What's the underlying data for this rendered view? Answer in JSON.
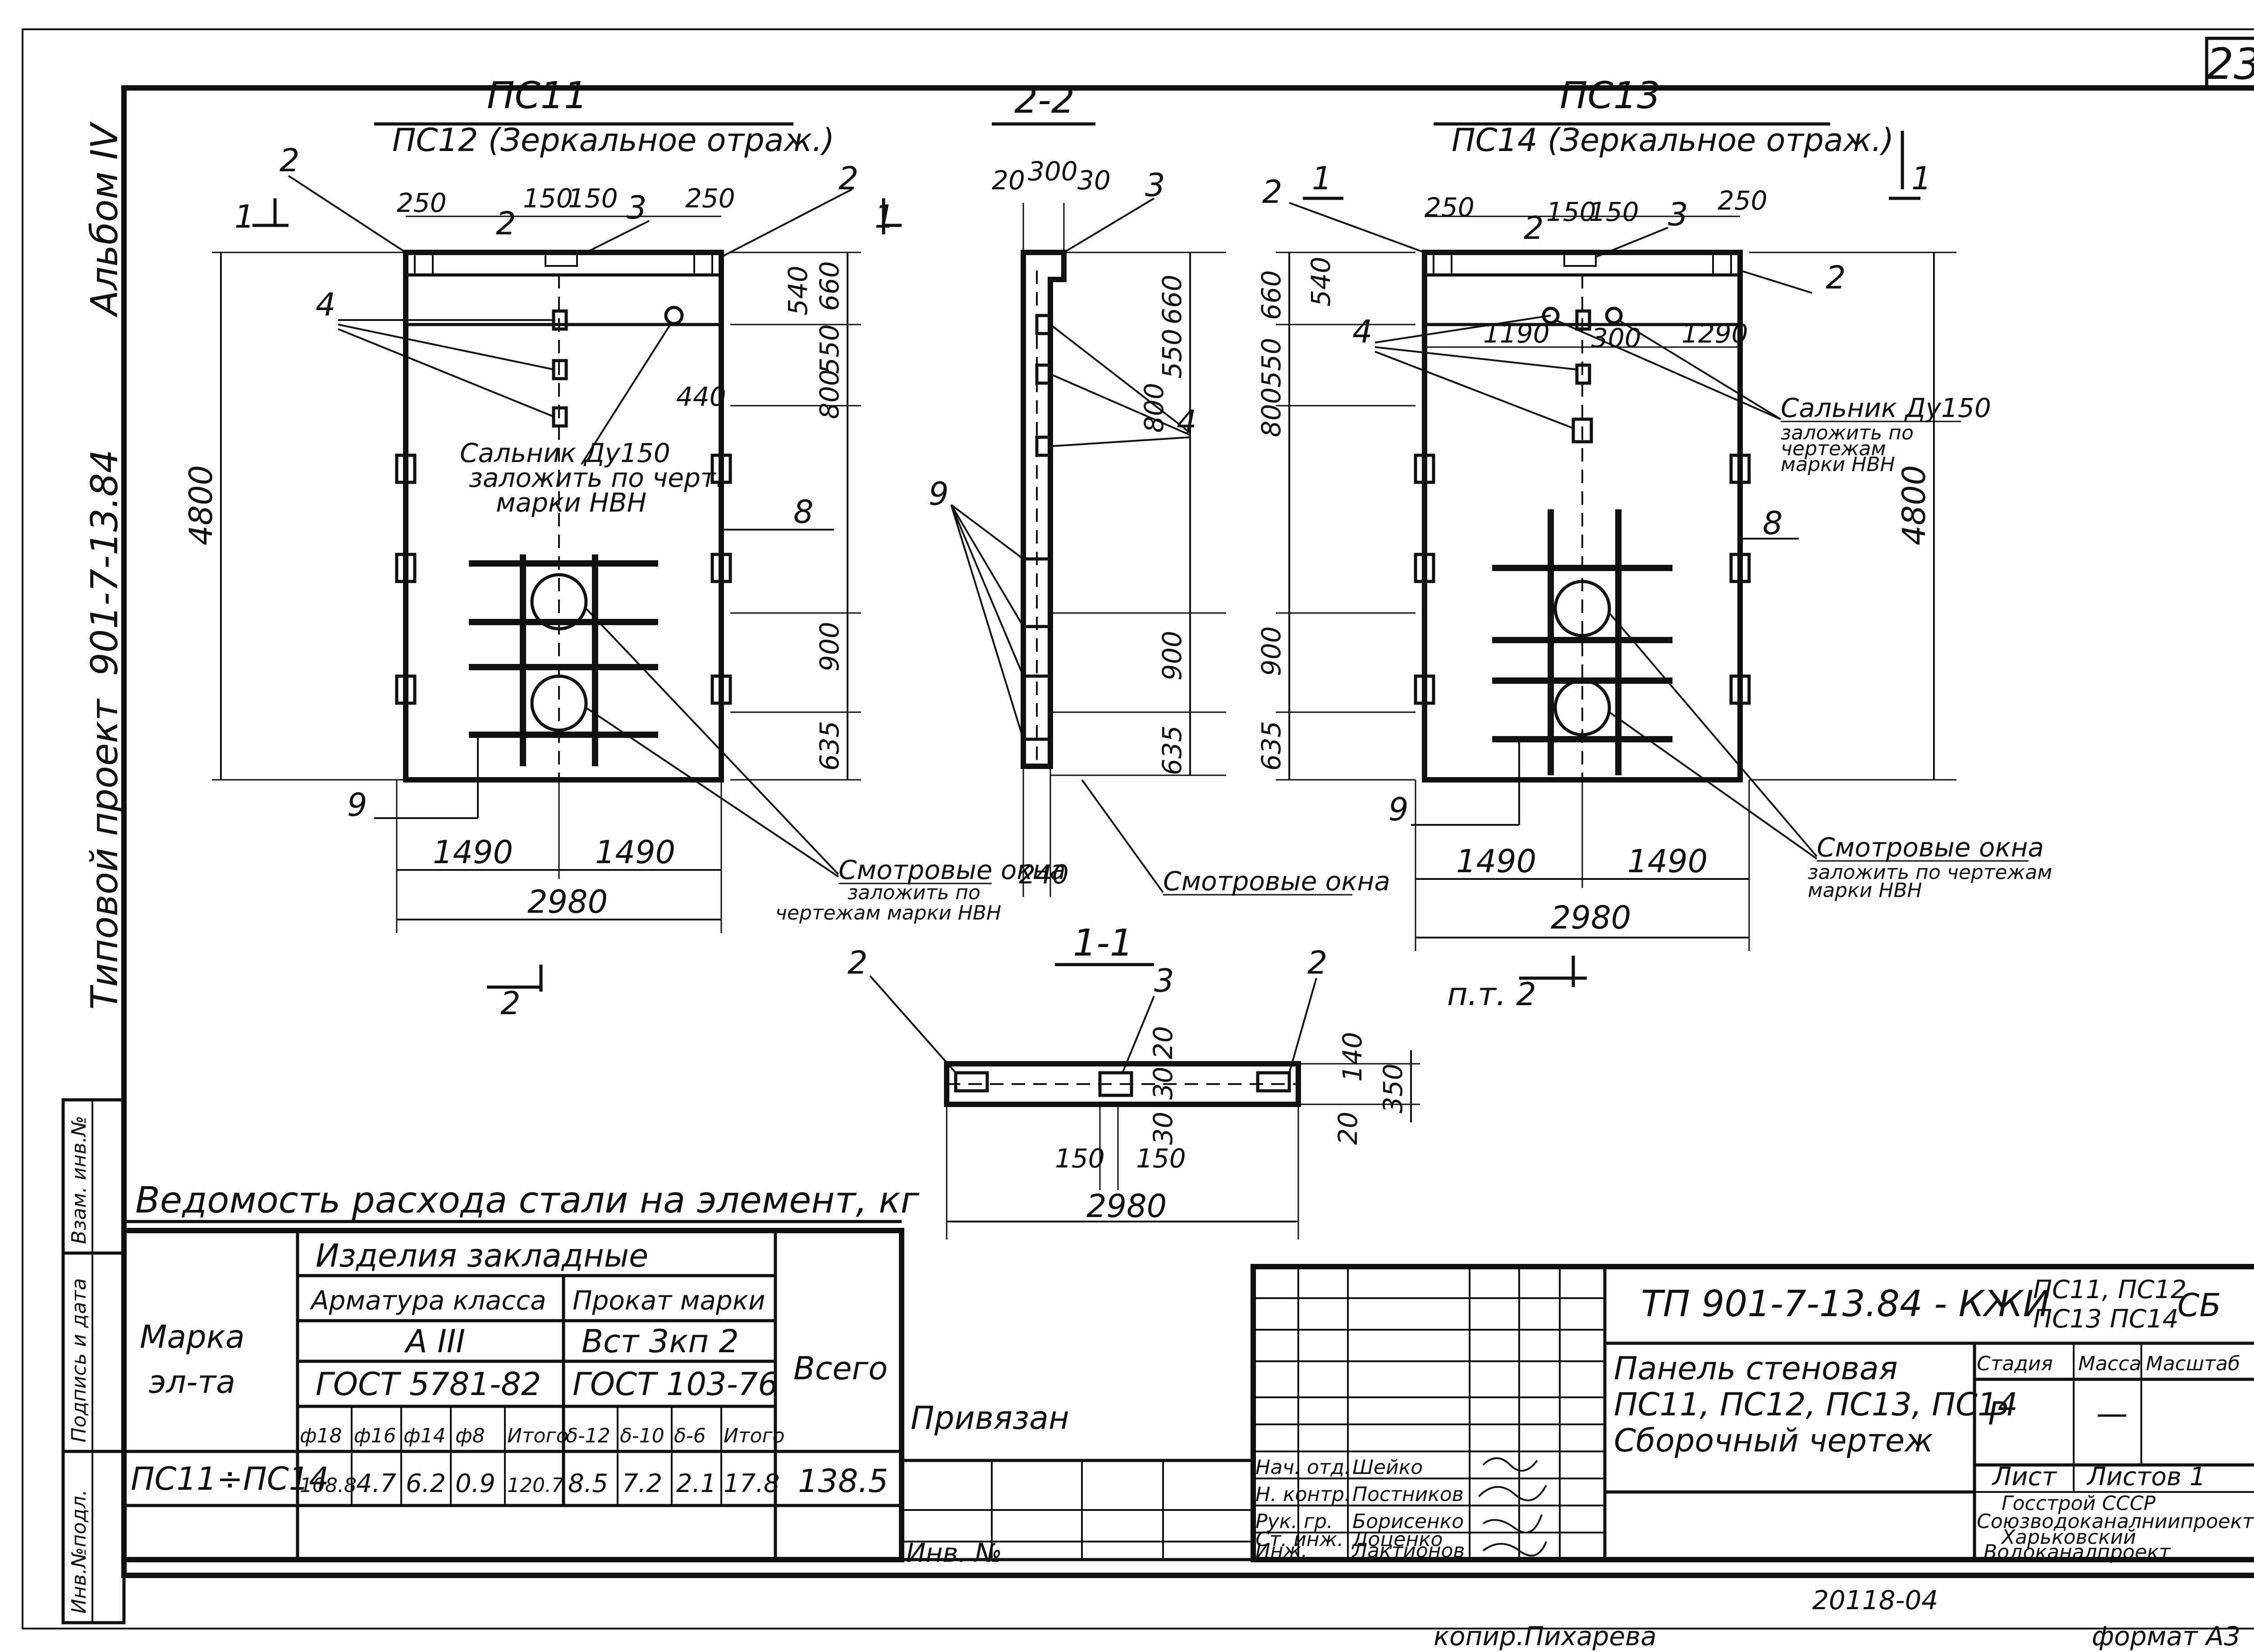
{
  "sheet": {
    "number": "23",
    "album": "Альбом IV",
    "project_label": "Типовой проект",
    "project_code": "901-7-13.84",
    "format": "формат А3",
    "copied_by": "копир.Пихарева",
    "archive_no": "20118-04"
  },
  "left_stamp": [
    "Взам. инв.№",
    "Подпись и дата",
    "Инв.№подл."
  ],
  "view_left": {
    "title": "ПС11",
    "subtitle": "ПС12 (Зеркальное отраж.)",
    "height": "4800",
    "dims_top": [
      "250",
      "150",
      "150",
      "250"
    ],
    "dims_right": [
      "540",
      "660",
      "550",
      "800",
      "440",
      "900",
      "635"
    ],
    "halves": [
      "1490",
      "1490"
    ],
    "total": "2980",
    "callouts": [
      "1",
      "2",
      "2",
      "3",
      "2",
      "1",
      "4",
      "8",
      "9"
    ],
    "gland_note": [
      "Сальник Ду150",
      "заложить по черт.",
      "марки НВН"
    ],
    "windows_note": [
      "Смотровые окна",
      "заложить по",
      "чертежам марки НВН"
    ],
    "section_mark": "2"
  },
  "view_side": {
    "title": "2-2",
    "dims_top": [
      "20",
      "300",
      "30"
    ],
    "dims_right": [
      "660",
      "550",
      "800",
      "900",
      "635"
    ],
    "bottom_dim": "240",
    "callouts": [
      "3",
      "4",
      "9"
    ],
    "windows_label": "Смотровые окна"
  },
  "view_right": {
    "title": "ПС13",
    "subtitle": "ПС14 (Зеркальное отраж.)",
    "height": "4800",
    "dims_top": [
      "250",
      "150",
      "150",
      "250"
    ],
    "dims_left": [
      "540",
      "660",
      "550",
      "800",
      "900",
      "635"
    ],
    "inner_dims": [
      "1190",
      "300",
      "1290"
    ],
    "halves": [
      "1490",
      "1490"
    ],
    "total": "2980",
    "callouts": [
      "2",
      "1",
      "1",
      "2",
      "3",
      "2",
      "4",
      "8",
      "9"
    ],
    "gland_note": [
      "Сальник Ду150",
      "заложить по",
      "чертежам",
      "марки НВН"
    ],
    "windows_note": [
      "Смотровые окна",
      "заложить по чертежам",
      "марки НВН"
    ],
    "section_mark": "п.т. 2"
  },
  "section_1_1": {
    "title": "1-1",
    "dims": [
      "150",
      "150",
      "20",
      "30",
      "30",
      "140",
      "350",
      "20"
    ],
    "total": "2980",
    "callouts": [
      "2",
      "3",
      "2"
    ]
  },
  "steel_table": {
    "title": "Ведомость расхода стали на элемент, кг",
    "col_mark": [
      "Марка",
      "эл-та"
    ],
    "group": "Изделия закладные",
    "rebar_class_label": "Арматура класса",
    "rebar_class": "А III",
    "rebar_gost": "ГОСТ 5781-82",
    "profile_label": "Прокат марки",
    "profile_grade": "Вст 3кп 2",
    "profile_gost": "ГОСТ 103-76",
    "total_label": "Всего",
    "subcols": [
      "ф18",
      "ф16",
      "ф14",
      "ф8",
      "Итого",
      "δ-12",
      "δ-10",
      "δ-6",
      "Итого"
    ],
    "row_mark": "ПС11÷ПС14",
    "row_values": [
      "108.8",
      "4.7",
      "6.2",
      "0.9",
      "120.7",
      "8.5",
      "7.2",
      "2.1",
      "17.8"
    ],
    "row_total": "138.5"
  },
  "binding": {
    "label": "Привязан",
    "inv": "Инв. №"
  },
  "title_block": {
    "code": "ТП 901-7-13.84 - КЖИ",
    "marks_top": "ПС11, ПС12",
    "marks_bottom": "ПС13 ПС14",
    "suffix": "СБ",
    "name": [
      "Панель стеновая",
      "ПС11, ПС12, ПС13, ПС14",
      "Сборочный чертеж"
    ],
    "headers": [
      "Стадия",
      "Масса",
      "Масштаб"
    ],
    "stage": "Р",
    "mass": "—",
    "sheet_label": "Лист",
    "sheets_label": "Листов 1",
    "org": [
      "Госстрой СССР",
      "Союзводоканалниипроект",
      "Харьковский",
      "Водоканалпроект"
    ],
    "roles": [
      {
        "role": "Нач. отд.",
        "name": "Шейко"
      },
      {
        "role": "Н. контр.",
        "name": "Постников"
      },
      {
        "role": "Рук. гр.",
        "name": "Борисенко"
      },
      {
        "role": "Ст. инж.",
        "name": "Доценко"
      },
      {
        "role": "Инж.",
        "name": "Лактионов"
      }
    ]
  }
}
